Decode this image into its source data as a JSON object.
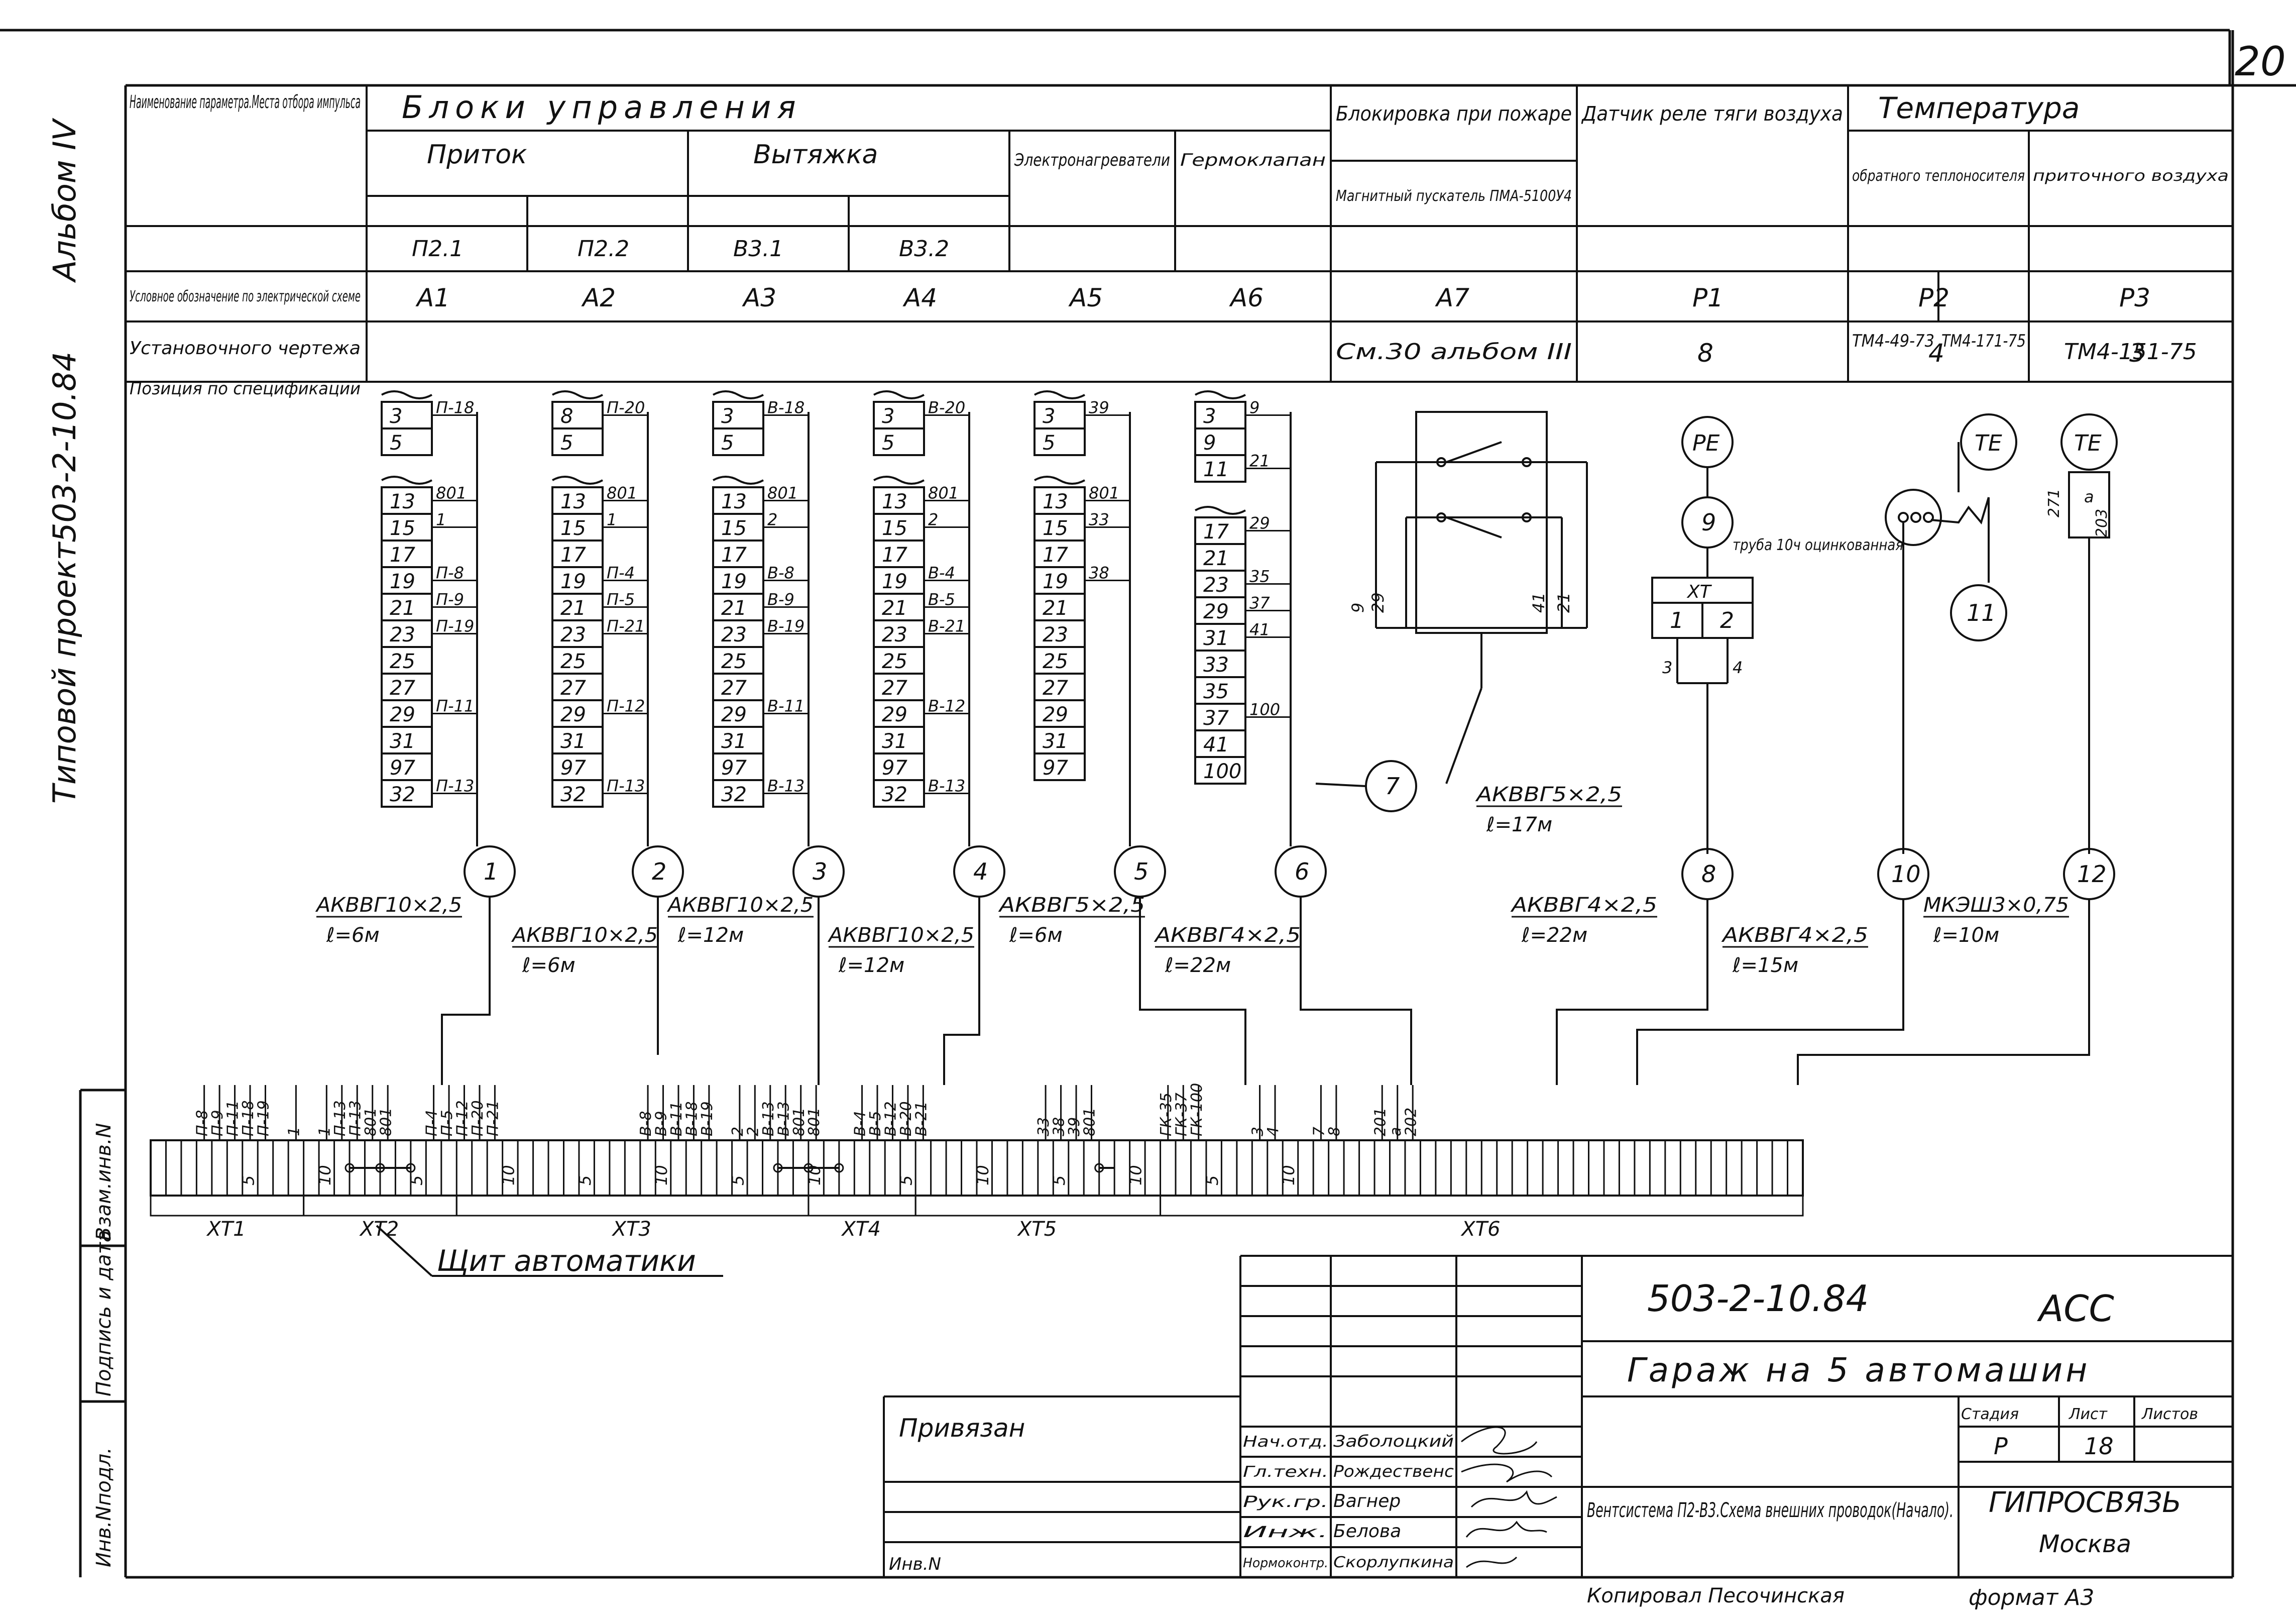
{
  "sheet_number": "20",
  "margin": {
    "album": "Альбом IV",
    "project_type": "Типовой проект",
    "project_code": "503-2-10.84",
    "stamp_fields": [
      "Инв.Nподл.",
      "Подпись и дата",
      "Взам.инв.N"
    ]
  },
  "header": {
    "param_label": "Наименование параметра.Места отбора импульса",
    "control_blocks": "Блоки управления",
    "supply": "Приток",
    "exhaust": "Вытяжка",
    "heaters": "Электронагреватели",
    "hermetic": "Гермоклапан",
    "fire_lock": "Блокировка при пожаре",
    "fire_starter": "Магнитный пускатель ПМА-5100У4",
    "draft_sensor": "Датчик реле тяги воздуха",
    "temperature": "Температура",
    "return_heat": "обратного теплоносителя",
    "supply_air": "приточного воздуха",
    "units": [
      "П2.1",
      "П2.2",
      "В3.1",
      "В3.2"
    ],
    "row_symbol_label": "Условное обозначение по электрической схеме",
    "row_drawing_label": "Установочного чертежа",
    "row_spec_label": "Позиция по спецификации",
    "symbols": [
      "А1",
      "А2",
      "А3",
      "А4",
      "А5",
      "А6",
      "А7",
      "Р1",
      "Р2",
      "Р3"
    ],
    "drawings": [
      "ТМ4-49-73",
      "ТМ4-171-75",
      "ТМ4-151-75"
    ],
    "spec": [
      "См.30 альбом III",
      "8",
      "4",
      "3"
    ]
  },
  "blocks": [
    {
      "terms": [
        "3",
        "5",
        "13",
        "15",
        "17",
        "19",
        "21",
        "23",
        "25",
        "27",
        "29",
        "31",
        "97",
        "32"
      ],
      "wires": [
        "П-18",
        "801",
        "1",
        "П-8",
        "П-9",
        "П-19",
        "П-11",
        "П-13"
      ]
    },
    {
      "terms": [
        "8",
        "5",
        "13",
        "15",
        "17",
        "19",
        "21",
        "23",
        "25",
        "27",
        "29",
        "31",
        "97",
        "32"
      ],
      "wires": [
        "П-20",
        "801",
        "1",
        "П-4",
        "П-5",
        "П-21",
        "П-12",
        "П-13"
      ]
    },
    {
      "terms": [
        "3",
        "5",
        "13",
        "15",
        "17",
        "19",
        "21",
        "23",
        "25",
        "27",
        "29",
        "31",
        "97",
        "32"
      ],
      "wires": [
        "В-18",
        "801",
        "2",
        "В-8",
        "В-9",
        "В-19",
        "В-11",
        "В-13"
      ]
    },
    {
      "terms": [
        "3",
        "5",
        "13",
        "15",
        "17",
        "19",
        "21",
        "23",
        "25",
        "27",
        "29",
        "31",
        "97",
        "32"
      ],
      "wires": [
        "В-20",
        "801",
        "2",
        "В-4",
        "В-5",
        "В-21",
        "В-12",
        "В-13"
      ]
    },
    {
      "terms": [
        "3",
        "5",
        "13",
        "15",
        "17",
        "19",
        "21",
        "23",
        "25",
        "27",
        "29",
        "31",
        "97"
      ],
      "wires": [
        "39",
        "801",
        "33",
        "38"
      ]
    },
    {
      "terms": [
        "3",
        "9",
        "11",
        "17",
        "21",
        "23",
        "29",
        "31",
        "33",
        "35",
        "37",
        "41",
        "100"
      ],
      "wires": [
        "9",
        "21",
        "29",
        "35",
        "37",
        "41",
        "100"
      ]
    }
  ],
  "cable_numbers": [
    "1",
    "2",
    "3",
    "4",
    "5",
    "6",
    "7",
    "8",
    "9",
    "10",
    "11",
    "12"
  ],
  "cables": [
    {
      "type": "АКВВГ10×2,5",
      "len": "ℓ=6м"
    },
    {
      "type": "АКВВГ10×2,5",
      "len": "ℓ=6м"
    },
    {
      "type": "АКВВГ10×2,5",
      "len": "ℓ=12м"
    },
    {
      "type": "АКВВГ10×2,5",
      "len": "ℓ=12м"
    },
    {
      "type": "АКВВГ5×2,5",
      "len": "ℓ=6м"
    },
    {
      "type": "АКВВГ4×2,5",
      "len": "ℓ=22м"
    },
    {
      "type": "АКВВГ5×2,5",
      "len": "ℓ=17м"
    },
    {
      "type": "АКВВГ4×2,5",
      "len": "ℓ=22м"
    },
    {
      "type": "АКВВГ4×2,5",
      "len": "ℓ=15м"
    },
    {
      "type": "МКЭШ3×0,75",
      "len": "ℓ=10м"
    }
  ],
  "sensors": {
    "pe": "PE",
    "te": "TE",
    "pipe_note": "труба 10ч оцинкованная",
    "xt": "ХТ",
    "xt_terms": [
      "1",
      "2"
    ],
    "xt_wires": [
      "3",
      "4"
    ],
    "starter_wires": [
      "9",
      "29",
      "41",
      "21"
    ],
    "te_wires": [
      "271",
      "а",
      "203"
    ]
  },
  "strip": {
    "labels": [
      "П-8",
      "П-9",
      "П-11",
      "П-18",
      "П-19",
      "1",
      "1",
      "П-13",
      "П-13",
      "801",
      "801",
      "П-4",
      "П-5",
      "П-12",
      "П-20",
      "П-21",
      "В-8",
      "В-9",
      "В-11",
      "В-18",
      "В-19",
      "2",
      "2",
      "В-13",
      "В-13",
      "801",
      "801",
      "В-4",
      "В-5",
      "В-12",
      "В-20",
      "В-21",
      "33",
      "38",
      "39",
      "801",
      "ГК-35",
      "ГК-37",
      "ГК-100",
      "3",
      "4",
      "7",
      "8",
      "201",
      "а",
      "202"
    ],
    "ticks": [
      "5",
      "10",
      "5",
      "10",
      "5",
      "10",
      "5",
      "10",
      "5",
      "10",
      "5",
      "10",
      "5",
      "10"
    ],
    "groups": [
      "ХТ1",
      "ХТ2",
      "ХТ3",
      "ХТ4",
      "ХТ5",
      "ХТ6"
    ],
    "panel": "Щит автоматики"
  },
  "title_block": {
    "code": "503-2-10.84",
    "mark": "АСС",
    "object": "Гараж на 5 автомашин",
    "tied": "Привязан",
    "inv": "Инв.N",
    "roles": [
      "Нач.отд.",
      "Гл.техн.",
      "Рук.гр.",
      "Инж.",
      "Нормоконтр."
    ],
    "names": [
      "Заболоцкий",
      "Рождественс",
      "Вагнер",
      "Белова",
      "Скорлупкина"
    ],
    "description": "Вентсистема П2-В3.Схема внешних проводок(Начало).",
    "stage_head": [
      "Стадия",
      "Лист",
      "Листов"
    ],
    "stage": "Р",
    "sheet": "18",
    "org": "ГИПРОСВЯЗЬ",
    "city": "Москва",
    "copied": "Копировал Песочинская",
    "format": "формат А3"
  }
}
